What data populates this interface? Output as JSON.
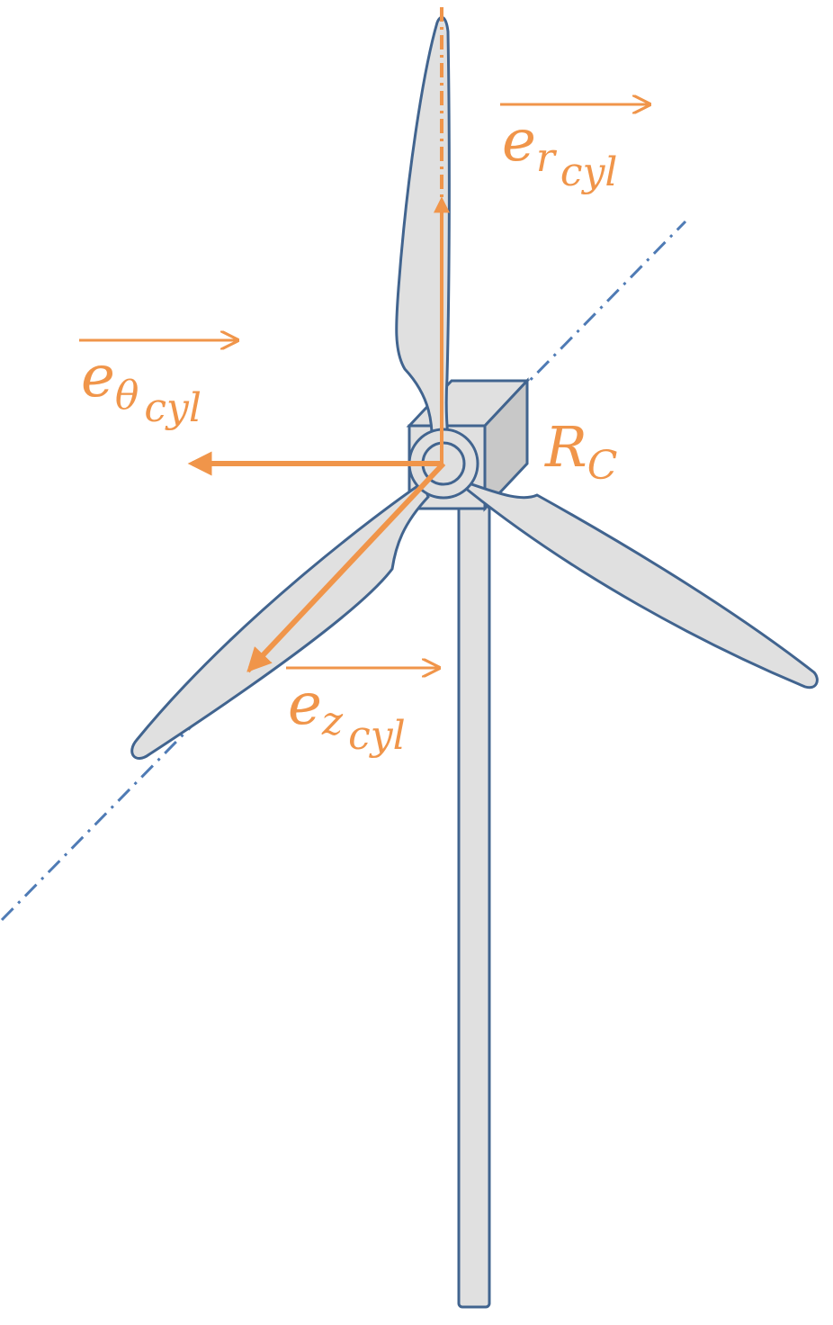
{
  "colors": {
    "outline": "#41648f",
    "fill_light": "#e0e0e0",
    "fill_dark": "#c8c8c8",
    "axis_blue": "#4f7bb5",
    "accent_orange": "#f0954a"
  },
  "labels": {
    "e_r": {
      "main": "e",
      "sub": "r",
      "sub2": "cyl"
    },
    "e_theta": {
      "main": "e",
      "sub": "θ",
      "sub2": "cyl"
    },
    "e_z": {
      "main": "e",
      "sub": "z",
      "sub2": "cyl"
    },
    "frame": {
      "main": "R",
      "sub": "C"
    }
  }
}
